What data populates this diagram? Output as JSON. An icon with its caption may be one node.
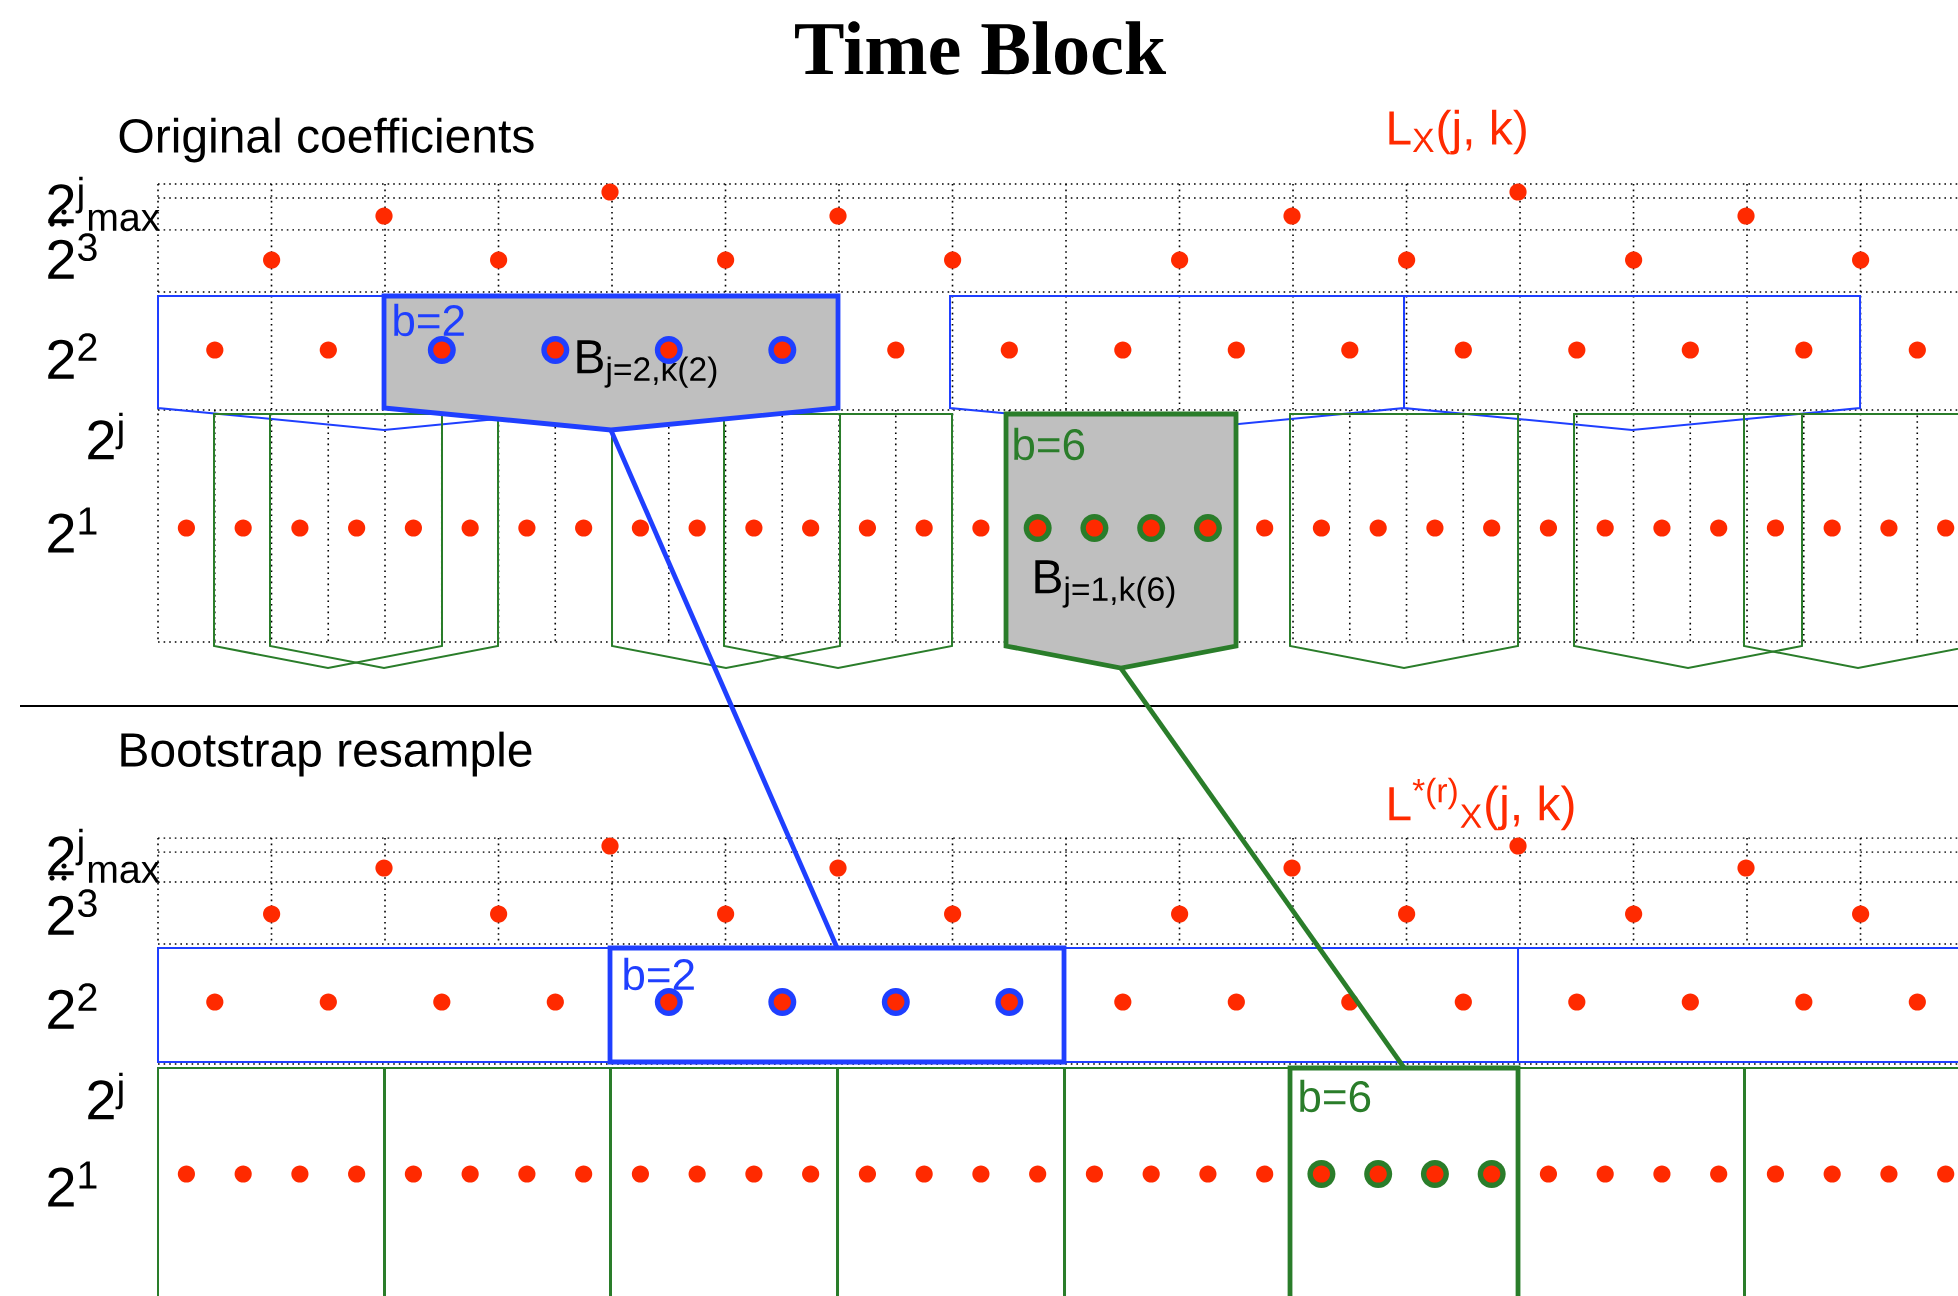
{
  "diagram": {
    "title": "Time Block",
    "nodes": [
      {
        "text": [
          "b=2",
          "B$_{j=2,k(2)}$"
        ]
      },
      {
        "text": [
          "b=6",
          "B$_{j=1,k(6)}$"
        ]
      },
      {
        "text": [
          "b=2"
        ]
      },
      {
        "text": [
          "b=6"
        ]
      }
    ],
    "edges": [
      {
        "from": 0,
        "to": 2,
        "arrow": "none",
        "color": "#1f3fff"
      },
      {
        "from": 1,
        "to": 3,
        "arrow": "none",
        "color": "#2a7d2a"
      }
    ],
    "labels": [
      "Original coefficients",
      "L$_{X}$(j, k)",
      "2$^{j}$$_{max}$",
      "2$^{3}$",
      "2$^{2}$",
      "2$^{j}$",
      "2$^{1}$",
      "Bootstrap resample",
      "L$^{*(r)}$$_{X}$(j, k)",
      "2$^{j}$$_{max}$",
      "2$^{3}$",
      "2$^{2}$",
      "2$^{j}$",
      "2$^{1}$"
    ]
  }
}
